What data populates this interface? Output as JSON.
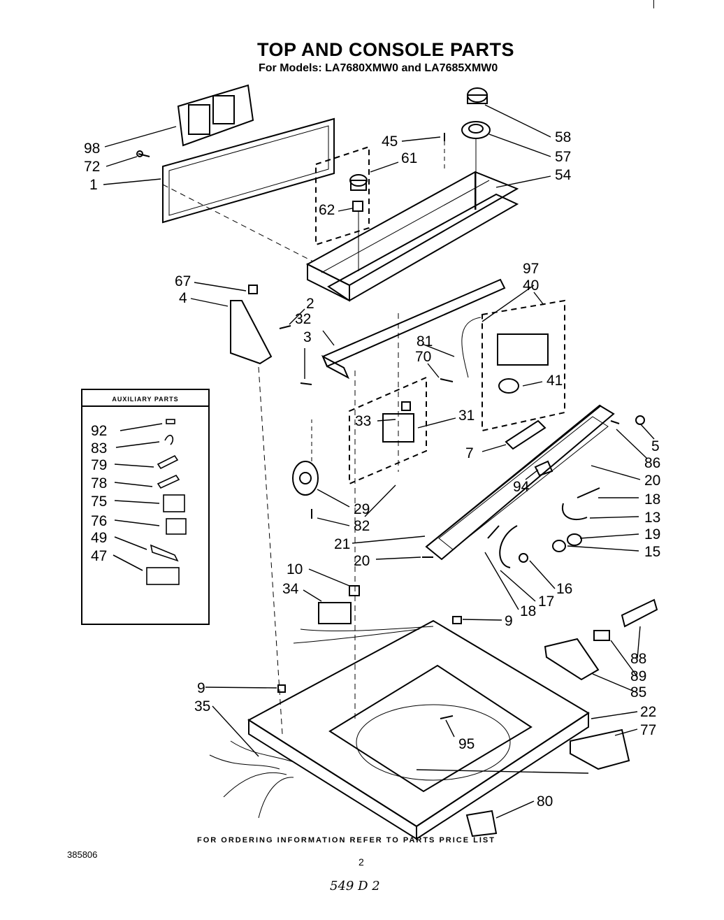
{
  "header": {
    "title": "TOP AND CONSOLE PARTS",
    "subtitle": "For Models: LA7680XMW0 and LA7685XMW0"
  },
  "auxiliary_box": {
    "title": "AUXILIARY PARTS"
  },
  "part_labels": {
    "p98": "98",
    "p72": "72",
    "p1": "1",
    "p45": "45",
    "p61": "61",
    "p58": "58",
    "p57": "57",
    "p54": "54",
    "p62": "62",
    "p67": "67",
    "p4": "4",
    "p2": "2",
    "p32": "32",
    "p3": "3",
    "p97": "97",
    "p40": "40",
    "p81": "81",
    "p70": "70",
    "p41": "41",
    "p33": "33",
    "p31": "31",
    "p5": "5",
    "p86": "86",
    "p7": "7",
    "p20a": "20",
    "p94": "94",
    "p18a": "18",
    "p13": "13",
    "p19": "19",
    "p15": "15",
    "p29": "29",
    "p82": "82",
    "p21": "21",
    "p20b": "20",
    "p16": "16",
    "p17": "17",
    "p18b": "18",
    "p10": "10",
    "p34": "34",
    "p9a": "9",
    "p88": "88",
    "p89": "89",
    "p85": "85",
    "p9b": "9",
    "p35": "35",
    "p22": "22",
    "p77": "77",
    "p95": "95",
    "p80": "80",
    "a92": "92",
    "a83": "83",
    "a79": "79",
    "a78": "78",
    "a75": "75",
    "a76": "76",
    "a49": "49",
    "a47": "47"
  },
  "footer": {
    "ordering_note": "FOR ORDERING INFORMATION REFER TO PARTS PRICE LIST",
    "doc_number": "385806",
    "page_number": "2",
    "handwritten": "549 D 2"
  }
}
